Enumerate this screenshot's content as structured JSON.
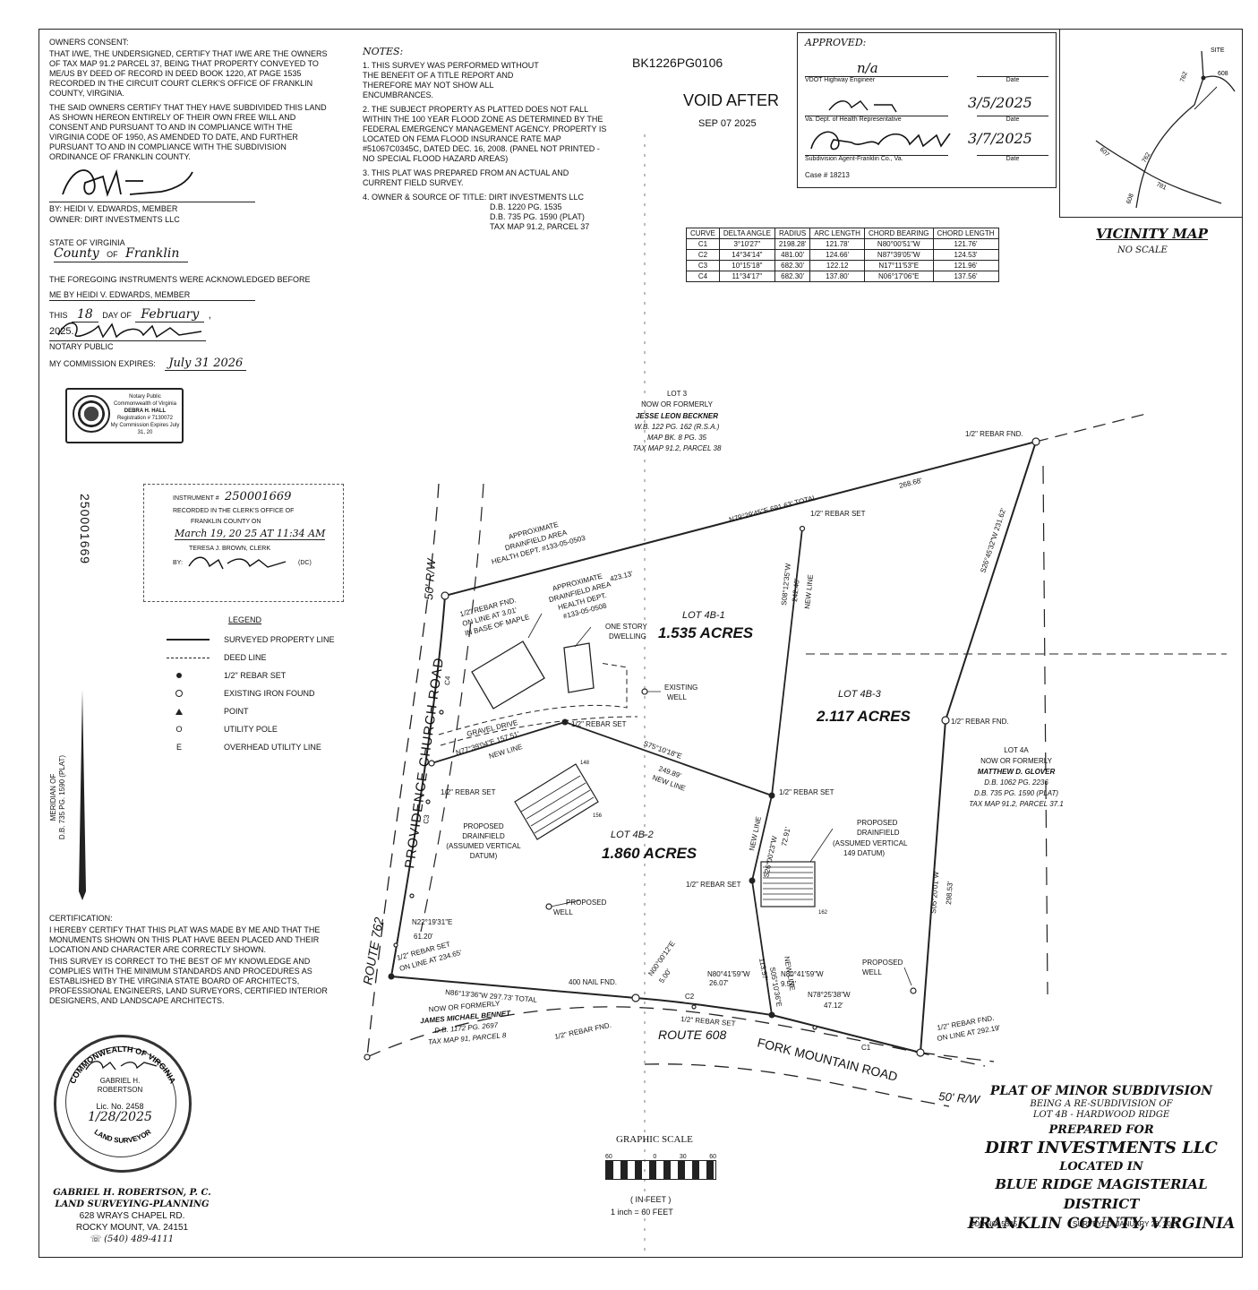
{
  "owners_consent": {
    "heading": "OWNERS CONSENT:",
    "para1": "THAT I/WE, THE UNDERSIGNED, CERTIFY THAT I/WE ARE THE OWNERS OF TAX MAP 91.2 PARCEL 37, BEING THAT PROPERTY CONVEYED TO ME/US BY DEED OF RECORD IN DEED BOOK 1220, AT PAGE 1535 RECORDED IN THE CIRCUIT COURT CLERK'S OFFICE OF FRANKLIN COUNTY, VIRGINIA.",
    "para2": "THE SAID OWNERS CERTIFY THAT THEY HAVE SUBDIVIDED THIS LAND AS SHOWN HEREON ENTIRELY OF THEIR OWN FREE WILL AND CONSENT AND PURSUANT TO AND IN COMPLIANCE WITH THE VIRGINIA CODE OF 1950, AS AMENDED TO DATE, AND FURTHER PURSUANT TO AND IN COMPLIANCE WITH THE SUBDIVISION ORDINANCE OF FRANKLIN COUNTY.",
    "by_line": "BY: HEIDI V. EDWARDS, MEMBER",
    "owner_line": "OWNER: DIRT INVESTMENTS LLC",
    "state_line": "STATE OF VIRGINIA",
    "county_label": "County",
    "county_of": "OF",
    "county_name": "Franklin",
    "acknowledged": "THE FOREGOING INSTRUMENTS WERE ACKNOWLEDGED BEFORE",
    "me_by": "ME BY HEIDI V. EDWARDS, MEMBER",
    "this_label": "THIS",
    "day_number": "18",
    "day_of": "DAY OF",
    "month_name": "February",
    "year": ", 2025.",
    "notary_public": "NOTARY PUBLIC",
    "commission_label": "MY COMMISSION EXPIRES:",
    "commission_date": "July 31 2026"
  },
  "notary_seal": {
    "line1": "Notary Public",
    "line2": "Commonwealth of Virginia",
    "line3": "DEBRA H. HALL",
    "line4": "Registration # 7130072",
    "line5": "My Commission Expires July 31, 20"
  },
  "notes": {
    "heading": "NOTES:",
    "n1": "1. THIS SURVEY WAS PERFORMED WITHOUT THE BENEFIT OF A TITLE REPORT AND THEREFORE MAY NOT SHOW ALL ENCUMBRANCES.",
    "n2": "2. THE SUBJECT PROPERTY AS PLATTED DOES NOT FALL WITHIN THE 100 YEAR FLOOD ZONE AS DETERMINED BY THE FEDERAL EMERGENCY MANAGEMENT AGENCY. PROPERTY IS LOCATED ON FEMA FLOOD INSURANCE RATE MAP #51067C0345C, DATED DEC. 16, 2008. (PANEL NOT PRINTED - NO SPECIAL FLOOD HAZARD AREAS)",
    "n3": "3. THIS PLAT WAS PREPARED FROM AN ACTUAL AND CURRENT FIELD SURVEY.",
    "n4a": "4. OWNER & SOURCE OF TITLE: DIRT INVESTMENTS LLC",
    "n4b": "D.B. 1220 PG. 1535",
    "n4c": "D.B. 735 PG. 1590 (PLAT)",
    "n4d": "TAX MAP 91.2, PARCEL 37"
  },
  "stamp": {
    "book": "BK1226PG0106",
    "void_after": "VOID AFTER",
    "void_date": "SEP 07 2025"
  },
  "approved": {
    "heading": "APPROVED:",
    "na": "n/a",
    "vdot": "VDOT Highway Engineer",
    "health": "Va. Dept. of Health Representative",
    "agent": "Subdivision Agent-Franklin Co., Va.",
    "date_label": "Date",
    "date1": "3/5/2025",
    "date2": "3/7/2025",
    "case": "Case # 18213"
  },
  "curve_table": {
    "headers": [
      "CURVE",
      "DELTA ANGLE",
      "RADIUS",
      "ARC LENGTH",
      "CHORD BEARING",
      "CHORD LENGTH"
    ],
    "rows": [
      [
        "C1",
        "3°10'27\"",
        "2198.28'",
        "121.78'",
        "N80°00'51\"W",
        "121.76'"
      ],
      [
        "C2",
        "14°34'14\"",
        "481.00'",
        "124.66'",
        "N87°39'05\"W",
        "124.53'"
      ],
      [
        "C3",
        "10°15'18\"",
        "682.30'",
        "122.12",
        "N17°11'53\"E",
        "121.96'"
      ],
      [
        "C4",
        "11°34'17\"",
        "682.30'",
        "137.80'",
        "N06°17'06\"E",
        "137.56'"
      ]
    ]
  },
  "vicinity": {
    "title": "VICINITY MAP",
    "subtitle": "NO SCALE",
    "site": "SITE",
    "r608a": "608",
    "r762a": "762",
    "r607": "607",
    "r762b": "762",
    "r781": "781",
    "r608b": "608"
  },
  "clerk": {
    "instrument_label": "INSTRUMENT #",
    "instrument_no": "250001669",
    "recorded": "RECORDED IN THE CLERK'S OFFICE OF",
    "county": "FRANKLIN COUNTY ON",
    "date": "March 19, 20 25 AT 11:34 AM",
    "clerk_name": "TERESA J. BROWN, CLERK",
    "by": "BY:",
    "deputy": "(DC)",
    "side_number": "250001669"
  },
  "legend": {
    "heading": "LEGEND",
    "items": [
      "SURVEYED PROPERTY LINE",
      "DEED LINE",
      "1/2\" REBAR SET",
      "EXISTING IRON FOUND",
      "POINT",
      "UTILITY POLE",
      "OVERHEAD UTILITY LINE"
    ],
    "sym_pole": "O",
    "sym_ohu": "E"
  },
  "meridian": {
    "line1": "MERIDIAN OF",
    "line2": "D.B. 735 PG. 1590 (PLAT)"
  },
  "certification": {
    "heading": "CERTIFICATION:",
    "p1": "I HEREBY CERTIFY THAT THIS PLAT WAS MADE BY ME AND THAT THE MONUMENTS SHOWN ON THIS PLAT HAVE BEEN PLACED AND THEIR LOCATION AND CHARACTER ARE CORRECTLY SHOWN.",
    "p2": "THIS SURVEY IS CORRECT TO THE BEST OF MY KNOWLEDGE AND COMPLIES WITH THE MINIMUM STANDARDS AND PROCEDURES AS ESTABLISHED BY THE VIRGINIA STATE BOARD OF ARCHITECTS, PROFESSIONAL ENGINEERS, LAND SURVEYORS, CERTIFIED INTERIOR DESIGNERS, AND LANDSCAPE ARCHITECTS."
  },
  "surveyor_seal": {
    "ring_top": "COMMONWEALTH OF VIRGINIA",
    "ring_bottom": "LAND SURVEYOR",
    "name1": "GABRIEL H.",
    "name2": "ROBERTSON",
    "lic": "Lic. No. 2458",
    "date": "1/28/2025"
  },
  "company": {
    "name": "GABRIEL H. ROBERTSON, P. C.",
    "services": "LAND SURVEYING-PLANNING",
    "addr1": "628 WRAYS CHAPEL RD.",
    "addr2": "ROCKY MOUNT, VA. 24151",
    "phone": "(540) 489-4111"
  },
  "title_block": {
    "l1": "PLAT OF MINOR SUBDIVISION",
    "l2": "BEING A RE-SUBDIVISION OF",
    "l3": "LOT 4B - HARDWOOD RIDGE",
    "l4": "PREPARED FOR",
    "l5": "DIRT INVESTMENTS LLC",
    "l6": "LOCATED IN",
    "l7": "BLUE RIDGE MAGISTERIAL DISTRICT",
    "l8": "FRANKLIN COUNTY, VIRGINIA",
    "job": "JOB NO: 5325",
    "surveyed": "SURVEYED: JANUARY 28, 2025"
  },
  "scale": {
    "title": "GRAPHIC SCALE",
    "t0": "60",
    "t1": "0",
    "t2": "30",
    "t3": "60",
    "unit": "( IN FEET )",
    "ratio": "1 inch = 60 FEET"
  },
  "plat": {
    "lot3_a": "LOT 3",
    "lot3_b": "NOW OR FORMERLY",
    "lot3_c": "JESSE LEON BECKNER",
    "lot3_d": "W.B. 122 PG. 162 (R.S.A.)",
    "lot3_e": "MAP BK. 8 PG. 35",
    "lot3_f": "TAX MAP 91.2, PARCEL 38",
    "rebar_fnd": "1/2\" REBAR FND.",
    "rebar_set": "1/2\" REBAR SET",
    "north_brg": "N79°29'45\"E 691.63' TOTAL",
    "d423": "423.13'",
    "d268": "268.68'",
    "drain_a1": "APPROXIMATE",
    "drain_a2": "DRAINFIELD AREA",
    "drain_a3": "HEALTH DEPT. #133-05-0503",
    "drain_b1": "APPROXIMATE",
    "drain_b2": "DRAINFIELD AREA",
    "drain_b3": "HEALTH DEPT.",
    "drain_b4": "#133-05-0508",
    "rebar_line1": "1/2\" REBAR FND.",
    "rebar_line2": "ON LINE AT 3.01'",
    "rebar_line3": "IN BASE OF MAPLE",
    "dwelling1": "ONE STORY",
    "dwelling2": "DWELLING",
    "lot4b1": "LOT 4B-1",
    "acres1": "1.535 ACRES",
    "lot4b3": "LOT 4B-3",
    "acres3": "2.117 ACRES",
    "lot4b2": "LOT 4B-2",
    "acres2": "1.860 ACRES",
    "s08_brg": "S08°12'35\"W",
    "d242": "242.40'",
    "new_line": "NEW LINE",
    "s26_brg": "S26°45'32\"W 231.62'",
    "well1": "EXISTING",
    "well2": "WELL",
    "gravel": "GRAVEL DRIVE",
    "n77_brg": "N77°39'04\"E 157.51'",
    "s75_brg": "S75°10'18\"E",
    "d249": "249.89'",
    "lot4a_a": "LOT 4A",
    "lot4a_b": "NOW OR FORMERLY",
    "lot4a_c": "MATTHEW D. GLOVER",
    "lot4a_d": "D.B. 1062 PG. 2236",
    "lot4a_e": "D.B. 735 PG. 1590 (PLAT)",
    "lot4a_f": "TAX MAP 91.2, PARCEL 37.1",
    "prop_drain1": "PROPOSED",
    "prop_drain2": "DRAINFIELD",
    "prop_drain3": "(ASSUMED VERTICAL",
    "prop_drain4": "DATUM)",
    "datum_r": "(ASSUMED VERTICAL",
    "datum_r2": "149 DATUM)",
    "s26_new": "S26°00'23\"W",
    "d72": "72.91'",
    "s05_brg": "S05°20'01\"W",
    "d298": "298.53'",
    "prop_well1": "PROPOSED",
    "prop_well2": "WELL",
    "s05b": "S05°10'36\"E",
    "d113": "113.57'",
    "n22_brg": "N22°19'31\"E",
    "d61": "61.20'",
    "rebar_234a": "1/2\" REBAR SET",
    "rebar_234b": "ON LINE AT 234.65'",
    "n86_brg": "N86°13'36\"W 297.73' TOTAL",
    "nail": "400 NAIL FND.",
    "n00_brg": "N00°00'12\"E",
    "d5": "5.00'",
    "n80a": "N80°41'59\"W",
    "d26": "26.07'",
    "n80b": "N80°41'59\"W",
    "d9": "9.54'",
    "n78": "N78°25'38\"W",
    "d47": "47.12'",
    "bennet_a": "NOW OR FORMERLY",
    "bennet_b": "JAMES MICHAEL BENNET",
    "bennet_c": "D.B. 1172 PG. 2697",
    "bennet_d": "TAX MAP 91, PARCEL 8",
    "rebar_292a": "1/2\" REBAR FND.",
    "rebar_292b": "ON LINE AT 292.19'",
    "route608": "ROUTE 608",
    "fork": "FORK MOUNTAIN ROAD",
    "rw_bottom": "50' R/W",
    "route762": "ROUTE 762",
    "providence": "PROVIDENCE CHURCH ROAD",
    "rw_left": "50' R/W",
    "c1": "C1",
    "c2": "C2",
    "c3": "C3",
    "c4": "C4",
    "n148": "148",
    "n156": "156",
    "n162": "162",
    "new_line2": "NEW LINE"
  }
}
